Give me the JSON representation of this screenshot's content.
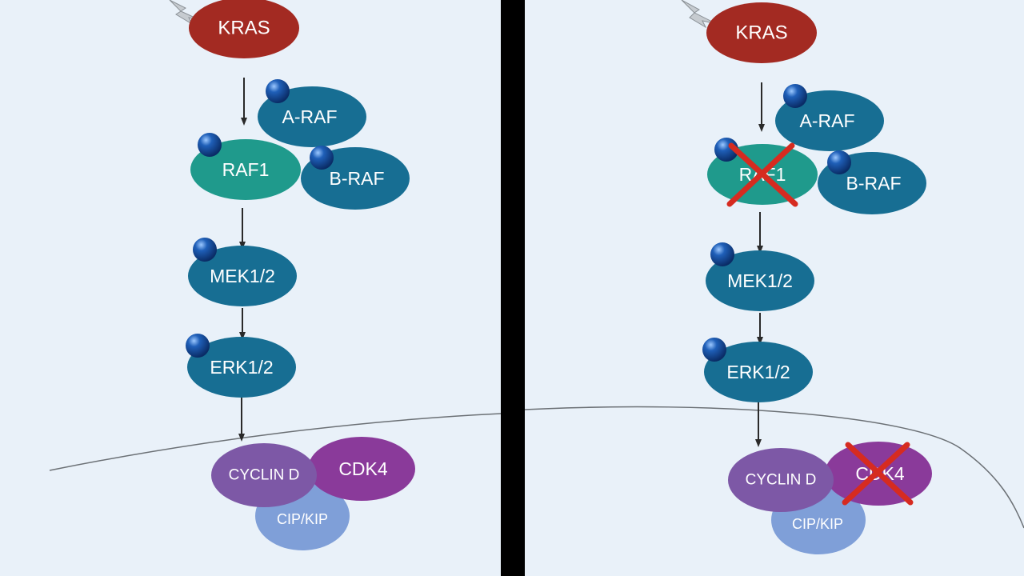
{
  "colors": {
    "background": "#e9f1f9",
    "divider": "#000000",
    "kras": "#a32a22",
    "raf_teal": "#1f9a8c",
    "raf_blue": "#176e93",
    "mek_erk": "#176e93",
    "cyclin_d": "#7d58a6",
    "cdk4": "#8a3a9a",
    "cip_kip": "#7f9fd8",
    "phospho": "#0d3f8c",
    "inhibit_cross": "#d62b20",
    "membrane": "#6b7075",
    "arrow": "#2a2a2a"
  },
  "panels": [
    {
      "kras": "KRAS",
      "a_raf": "A-RAF",
      "raf1": "RAF1",
      "b_raf": "B-RAF",
      "mek": "MEK1/2",
      "erk": "ERK1/2",
      "cyclin_d": "CYCLIN D",
      "cdk4": "CDK4",
      "cip_kip": "CIP/KIP"
    },
    {
      "kras": "KRAS",
      "a_raf": "A-RAF",
      "raf1": "RAF1",
      "b_raf": "B-RAF",
      "mek": "MEK1/2",
      "erk": "ERK1/2",
      "cyclin_d": "CYCLIN D",
      "cdk4": "CDK4",
      "cip_kip": "CIP/KIP"
    }
  ]
}
